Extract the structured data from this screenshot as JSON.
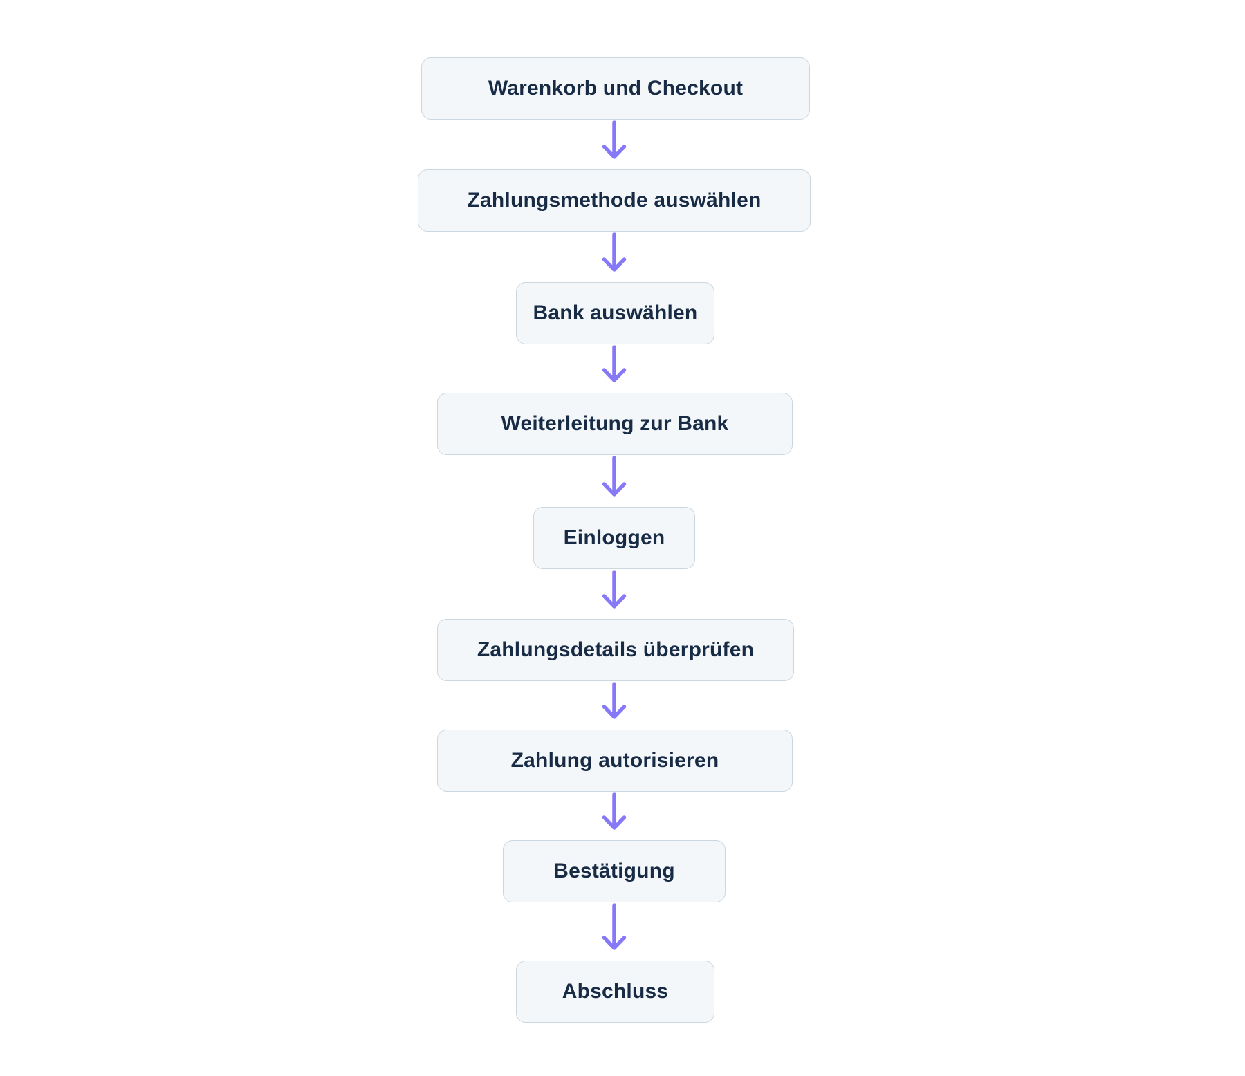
{
  "page": {
    "background_color": "#ffffff"
  },
  "flowchart": {
    "diagram_type": "flowchart",
    "direction": "top-down",
    "nodes": [
      {
        "id": "step-1",
        "label": "Warenkorb und Checkout"
      },
      {
        "id": "step-2",
        "label": "Zahlungsmethode auswählen"
      },
      {
        "id": "step-3",
        "label": "Bank auswählen"
      },
      {
        "id": "step-4",
        "label": "Weiterleitung zur Bank"
      },
      {
        "id": "step-5",
        "label": "Einloggen"
      },
      {
        "id": "step-6",
        "label": "Zahlungsdetails überprüfen"
      },
      {
        "id": "step-7",
        "label": "Zahlung autorisieren"
      },
      {
        "id": "step-8",
        "label": "Bestätigung"
      },
      {
        "id": "step-9",
        "label": "Abschluss"
      }
    ],
    "edges": [
      {
        "from": "step-1",
        "to": "step-2",
        "icon": "arrow-down-icon"
      },
      {
        "from": "step-2",
        "to": "step-3",
        "icon": "arrow-down-icon"
      },
      {
        "from": "step-3",
        "to": "step-4",
        "icon": "arrow-down-icon"
      },
      {
        "from": "step-4",
        "to": "step-5",
        "icon": "arrow-down-icon"
      },
      {
        "from": "step-5",
        "to": "step-6",
        "icon": "arrow-down-icon"
      },
      {
        "from": "step-6",
        "to": "step-7",
        "icon": "arrow-down-icon"
      },
      {
        "from": "step-7",
        "to": "step-8",
        "icon": "arrow-down-icon"
      },
      {
        "from": "step-8",
        "to": "step-9",
        "icon": "arrow-down-icon"
      }
    ],
    "colors": {
      "node_background": "#f4f7fa",
      "node_border": "#ccd6de",
      "node_text": "#182b45",
      "arrow": "#8678f7"
    }
  }
}
